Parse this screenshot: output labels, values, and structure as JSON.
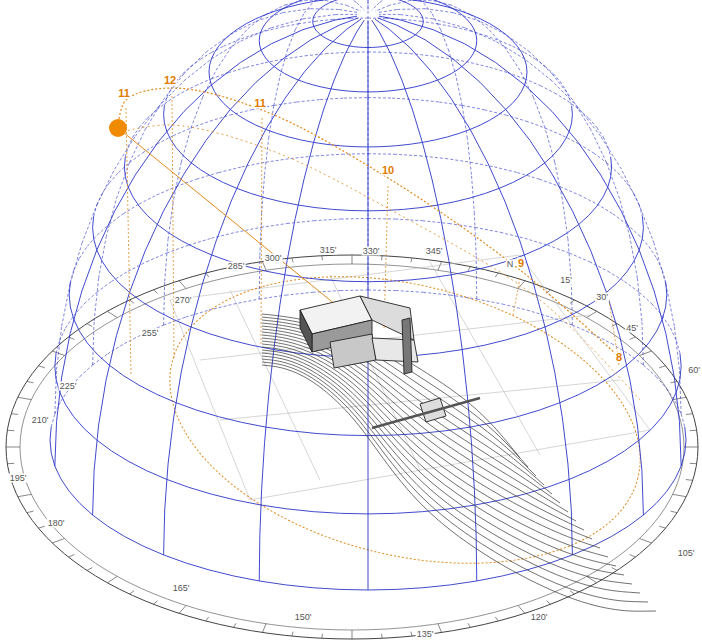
{
  "diagram": {
    "labels": [
      "11",
      "12",
      "11",
      "10",
      "9",
      "8",
      "N",
      "15'",
      "30'",
      "45'",
      "60'",
      "105'",
      "120'",
      "135'",
      "150'",
      "165'",
      "180'",
      "195'",
      "210'",
      "225'",
      "255'",
      "270'",
      "285'",
      "300'",
      "315'",
      "330'",
      "345'"
    ]
  }
}
